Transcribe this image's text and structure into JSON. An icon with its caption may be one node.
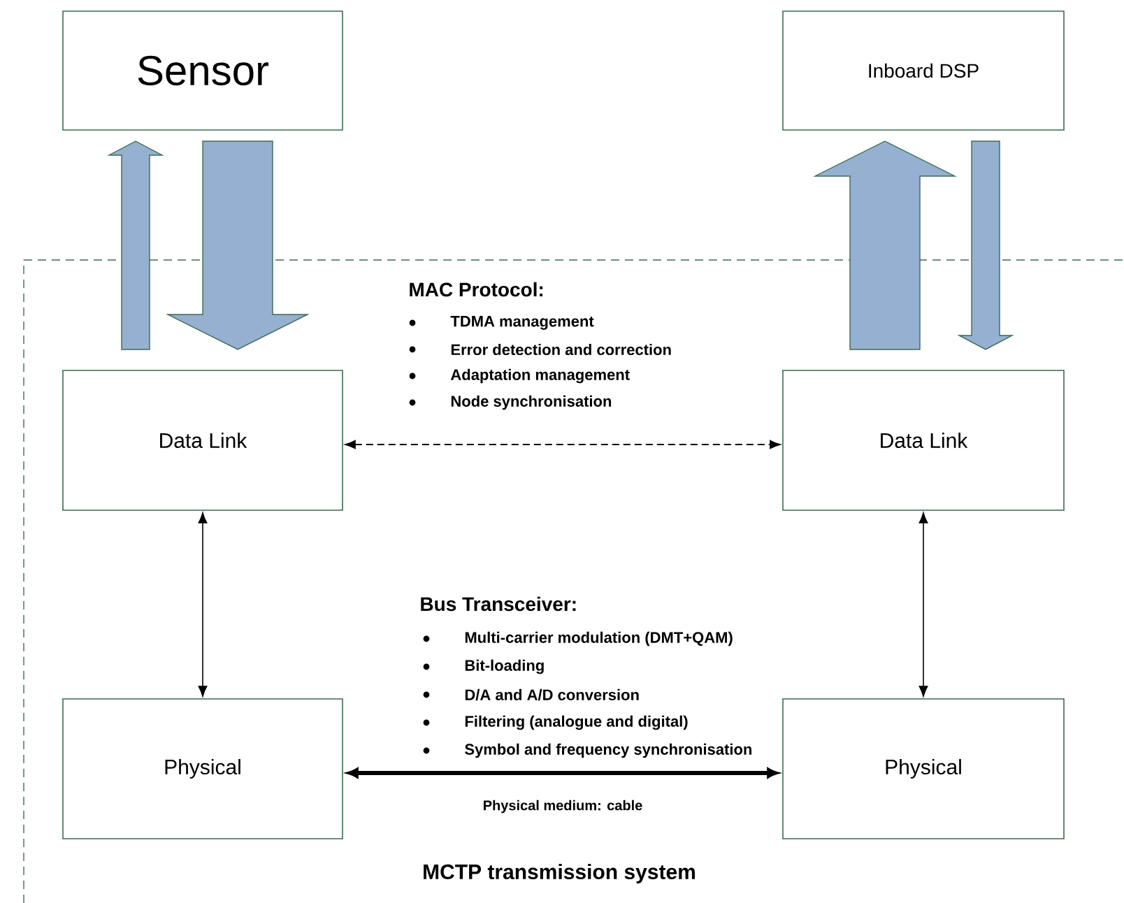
{
  "diagram": {
    "nodes": [
      {
        "text": [
          "Sensor"
        ]
      },
      {
        "text": [
          "Inboard DSP"
        ]
      },
      {
        "text": [
          "Data Link"
        ]
      },
      {
        "text": [
          "Data Link"
        ]
      },
      {
        "text": [
          "Physical"
        ]
      },
      {
        "text": [
          "Physical"
        ]
      }
    ],
    "edges": [
      {
        "from": 2,
        "to": 0,
        "arrow": "to",
        "color": "#95b0d0"
      },
      {
        "from": 0,
        "to": 2,
        "arrow": "to",
        "style": "thick",
        "color": "#95b0d0"
      },
      {
        "from": 3,
        "to": 1,
        "arrow": "to",
        "style": "thick",
        "color": "#95b0d0"
      },
      {
        "from": 1,
        "to": 3,
        "arrow": "to",
        "color": "#95b0d0"
      },
      {
        "from": 2,
        "to": 3,
        "arrow": "both",
        "style": "dashed"
      },
      {
        "from": 2,
        "to": 4,
        "arrow": "both"
      },
      {
        "from": 3,
        "to": 5,
        "arrow": "both"
      },
      {
        "from": 4,
        "to": 5,
        "arrow": "both",
        "style": "thick",
        "label": "Physical medium: cable"
      }
    ],
    "labels": [
      "MAC Protocol:",
      "TDMA management",
      "Error detection and correction",
      "Adaptation management",
      "Node synchronisation",
      "Bus Transceiver:",
      "Multi-carrier modulation (DMT+QAM)",
      "Bit-loading",
      "D/A and A/D  conversion",
      "Filtering (analogue and digital)",
      "Symbol and frequency synchronisation",
      "MCTP transmission system"
    ]
  }
}
